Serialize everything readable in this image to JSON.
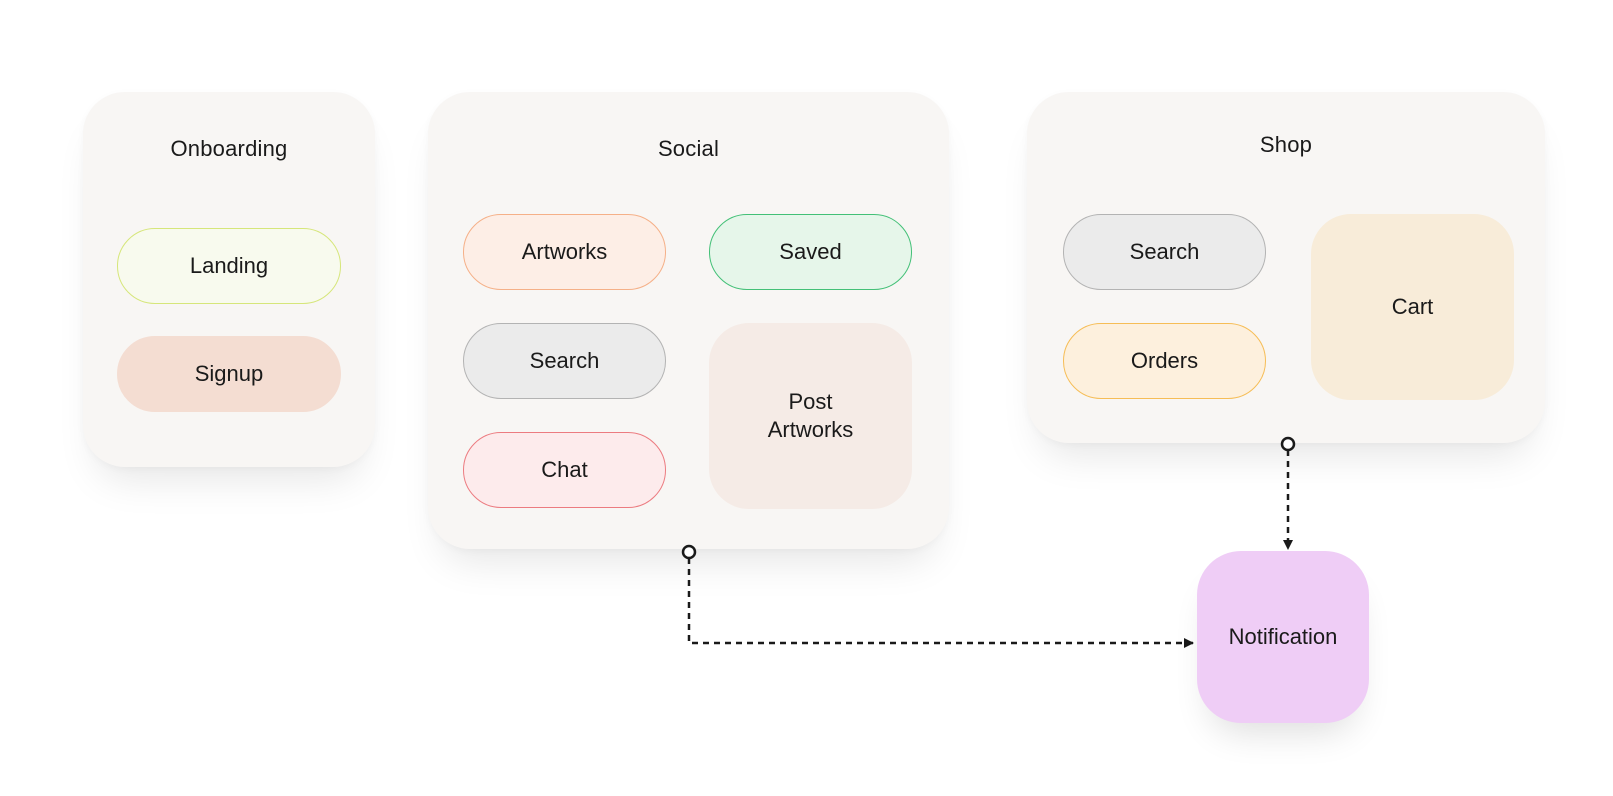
{
  "groups": {
    "onboarding": {
      "title": "Onboarding",
      "nodes": {
        "landing": {
          "label": "Landing",
          "fill": "#f8faee",
          "stroke": "#d6e67a"
        },
        "signup": {
          "label": "Signup",
          "fill": "#f4ddd2",
          "stroke": "#f4ddd2"
        }
      }
    },
    "social": {
      "title": "Social",
      "nodes": {
        "artworks": {
          "label": "Artworks",
          "fill": "#fdeee6",
          "stroke": "#f5b088"
        },
        "saved": {
          "label": "Saved",
          "fill": "#e6f6ea",
          "stroke": "#43c077"
        },
        "search": {
          "label": "Search",
          "fill": "#ebebeb",
          "stroke": "#b3b3b3"
        },
        "chat": {
          "label": "Chat",
          "fill": "#fdebec",
          "stroke": "#ec7b80"
        },
        "post_artworks": {
          "label": "Post\nArtworks",
          "fill": "#f5ebe6",
          "stroke": "#f5ebe6"
        }
      }
    },
    "shop": {
      "title": "Shop",
      "nodes": {
        "search": {
          "label": "Search",
          "fill": "#ebebeb",
          "stroke": "#b3b3b3"
        },
        "orders": {
          "label": "Orders",
          "fill": "#fdf0dd",
          "stroke": "#f6bd56"
        },
        "cart": {
          "label": "Cart",
          "fill": "#f8ecd9",
          "stroke": "#f8ecd9"
        }
      }
    }
  },
  "notification": {
    "label": "Notification",
    "fill": "#efcdf6"
  },
  "colors": {
    "group_bg": "#f8f6f4",
    "connector": "#1a1a1a"
  }
}
